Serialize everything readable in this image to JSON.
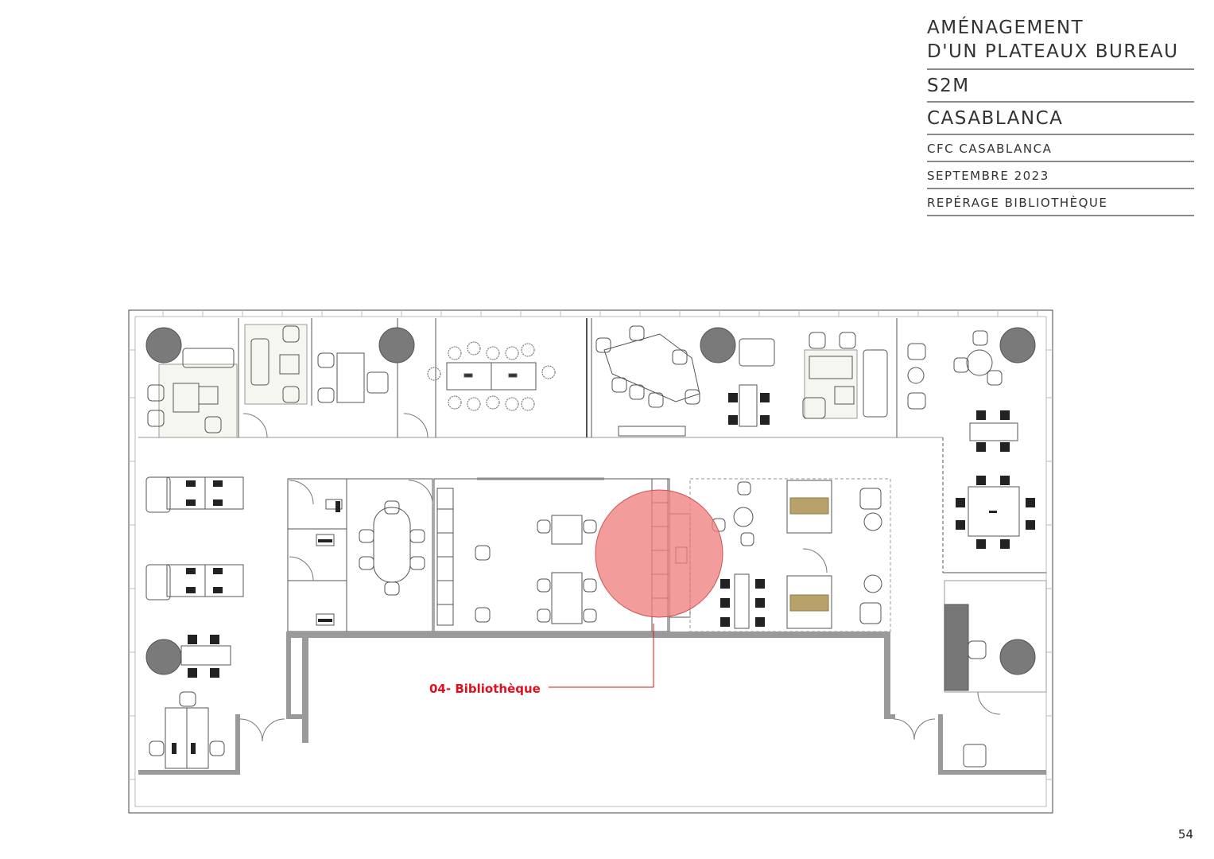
{
  "title_block": {
    "line1": "AMÉNAGEMENT",
    "line2": "D'UN PLATEAUX BUREAU",
    "client": "S2M",
    "city": "CASABLANCA",
    "site": "CFC CASABLANCA",
    "date": "SEPTEMBRE 2023",
    "subject": "REPÉRAGE BIBLIOTHÈQUE"
  },
  "callout": {
    "label": "04- Bibliothèque",
    "highlight_color": "#f08080",
    "label_color": "#e0101e"
  },
  "page_number": "54",
  "colors": {
    "wall": "#9a9a9a",
    "column": "#7a7a7a",
    "cushion": "#b9a26a",
    "lines": "#555555"
  }
}
